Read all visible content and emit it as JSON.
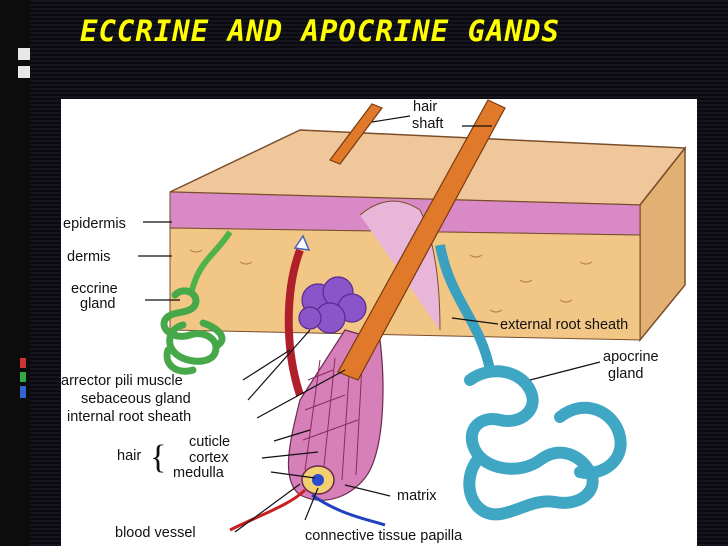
{
  "slide": {
    "title": "ECCRINE AND APOCRINE GANDS"
  },
  "diagram": {
    "labels": {
      "hair_shaft_1": "hair",
      "hair_shaft_2": "shaft",
      "epidermis": "epidermis",
      "dermis": "dermis",
      "eccrine_1": "eccrine",
      "eccrine_2": "gland",
      "external_root_sheath": "external root sheath",
      "apocrine_1": "apocrine",
      "apocrine_2": "gland",
      "arrector_pili": "arrector pili muscle",
      "sebaceous": "sebaceous gland",
      "internal_root_sheath": "internal root sheath",
      "hair": "hair",
      "cuticle": "cuticle",
      "cortex": "cortex",
      "medulla": "medulla",
      "matrix": "matrix",
      "blood_vessel": "blood vessel",
      "papilla": "connective tissue papilla"
    }
  }
}
